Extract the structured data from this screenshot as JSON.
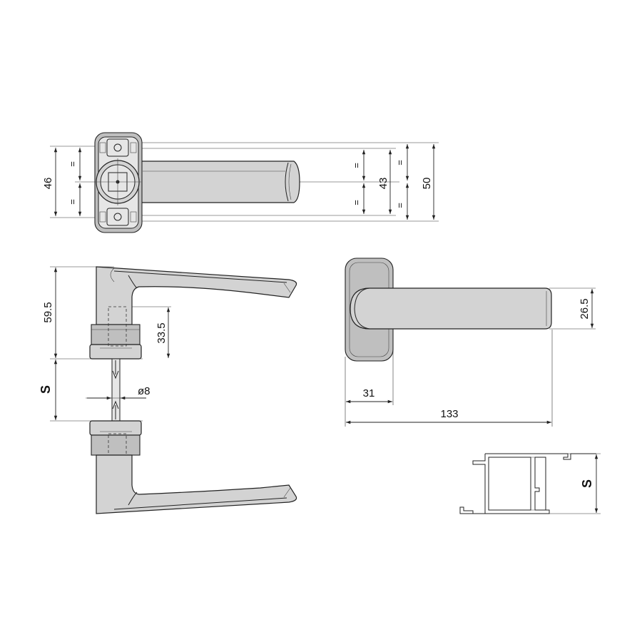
{
  "dimensions": {
    "top_height_outer": "46",
    "top_height_inner": "43",
    "top_height_total": "50",
    "equal_mark": "=",
    "side_rose_height": "59.5",
    "side_spindle_offset": "33.5",
    "side_spindle_diameter": "ø8",
    "side_door_thickness": "S",
    "front_lever_height": "26.5",
    "front_rose_width": "31",
    "front_lever_length": "133",
    "profile_thickness": "S"
  }
}
